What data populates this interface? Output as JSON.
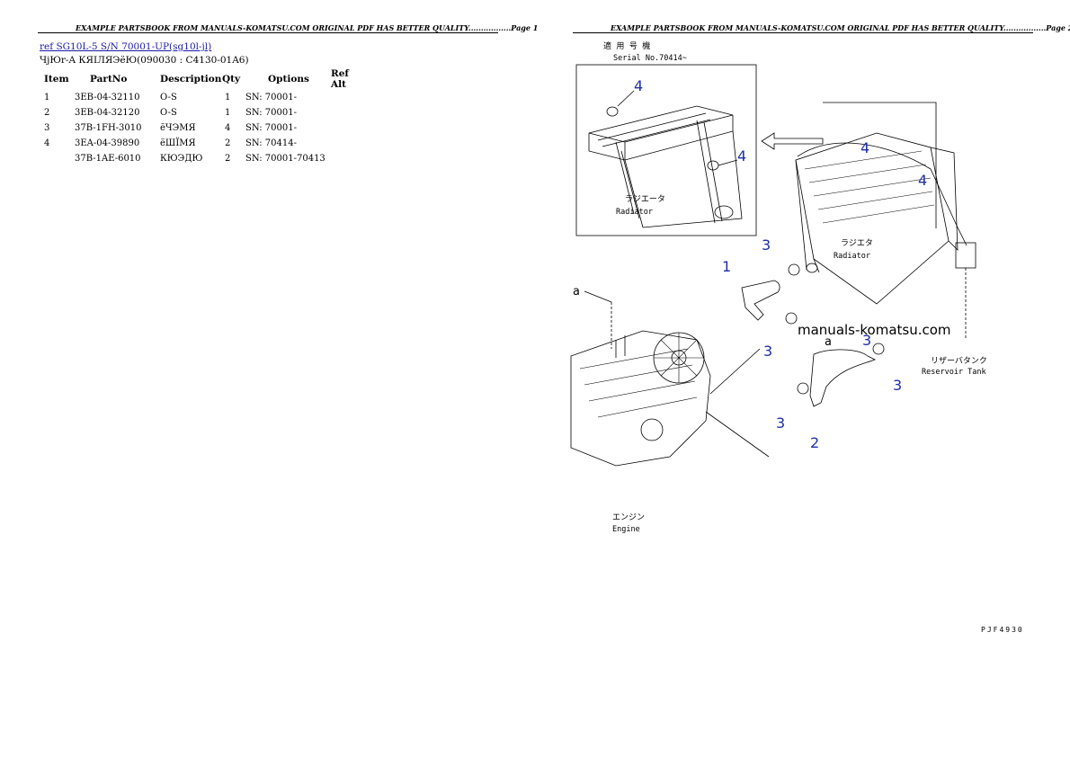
{
  "page1": {
    "header": "EXAMPLE PARTSBOOK FROM MANUALS-KOMATSU.COM ORIGINAL PDF HAS BETTER QUALITY.................Page 1",
    "ref_link": "ref SG10L-5 S/N 70001-UP(sg10l-jl)",
    "subtitle": "ЧјЮr-A КЯІЛЯЭёЮ(090030 : C4130-01A6)",
    "table": {
      "headers": [
        "Item",
        "PartNo",
        "Description",
        "Qty",
        "Options",
        "Ref Alt"
      ],
      "rows": [
        {
          "item": "1",
          "partno": "3EB-04-32110",
          "description": "O-S",
          "qty": "1",
          "options": "SN: 70001-"
        },
        {
          "item": "2",
          "partno": "3EB-04-32120",
          "description": "O-S",
          "qty": "1",
          "options": "SN: 70001-"
        },
        {
          "item": "3",
          "partno": "37B-1FH-3010",
          "description": "ёЧЭМЯ",
          "qty": "4",
          "options": "SN: 70001-"
        },
        {
          "item": "4",
          "partno": "3EA-04-39890",
          "description": "ёШЇМЯ",
          "qty": "2",
          "options": "SN: 70414-"
        },
        {
          "item": "",
          "partno": "37B-1AE-6010",
          "description": "КЮЭДЮ",
          "qty": "2",
          "options": "SN: 70001-70413"
        }
      ]
    }
  },
  "page2": {
    "header": "EXAMPLE PARTSBOOK FROM MANUALS-KOMATSU.COM ORIGINAL PDF HAS BETTER QUALITY.................Page 2",
    "drawing": {
      "serial_jp": "適 用 号 機",
      "serial_label": "Serial No.70414~",
      "radiator_inset_jp": "ラジエータ",
      "radiator_inset_en": "Radiator",
      "radiator_jp": "ラジエタ",
      "radiator_en": "Radiator",
      "reservoir_jp": "リザーバタンク",
      "reservoir_en": "Reservoir Tank",
      "engine_jp": "エンジン",
      "engine_en": "Engine",
      "view_label_a1": "a",
      "view_label_a2": "a",
      "callouts": [
        "4",
        "4",
        "4",
        "4",
        "3",
        "1",
        "3",
        "3",
        "3",
        "3",
        "2"
      ],
      "watermark": "manuals-komatsu.com",
      "drawing_code": "PJF4930"
    }
  },
  "colors": {
    "link": "#1a1aa6",
    "callout": "#1e2fa8"
  }
}
